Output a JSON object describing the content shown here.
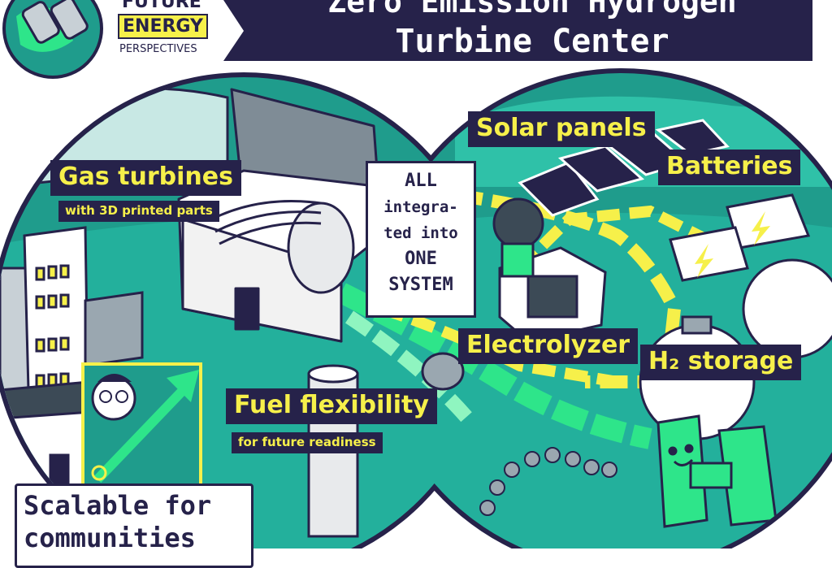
{
  "logo": {
    "line1": "FUTURE",
    "line2": "ENERGY",
    "line3": "PERSPECTIVES",
    "icon": "binoculars-globe-icon"
  },
  "banner": {
    "title_line1": "Zero Emission Hydrogen",
    "title_line2": "Turbine Center"
  },
  "labels": {
    "gas_turbines": "Gas turbines",
    "gas_turbines_sub": "with 3D printed parts",
    "solar_panels": "Solar panels",
    "batteries": "Batteries",
    "electrolyzer": "Electrolyzer",
    "h2_storage": "H₂ storage",
    "fuel_flexibility": "Fuel flexibility",
    "fuel_flexibility_sub": "for future readiness"
  },
  "notes": {
    "integrated": [
      "ALL",
      "integra-",
      "ted into",
      "ONE",
      "SYSTEM"
    ],
    "scalable": [
      "Scalable for",
      "communities"
    ]
  },
  "h2_character_text": "H₂",
  "colors": {
    "navy": "#26224a",
    "teal": "#1f9c8c",
    "green": "#2ee58a",
    "yellow": "#f6f04a"
  }
}
